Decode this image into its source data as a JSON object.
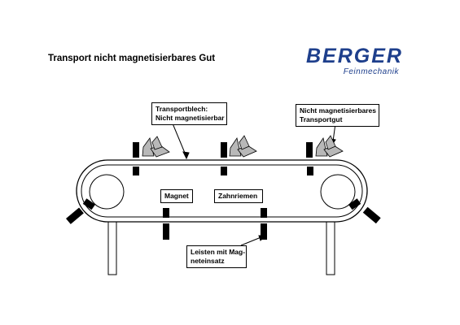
{
  "title": "Transport nicht magnetisierbares Gut",
  "logo": {
    "brand": "BERGER",
    "sub": "Feinmechanik",
    "color": "#1e3f8c"
  },
  "labels": {
    "transportblech": [
      "Transportblech:",
      "Nicht magnetisierbar"
    ],
    "gut": [
      "Nicht magnetisierbares",
      "Transportgut"
    ],
    "magnet": [
      "Magnet"
    ],
    "zahnriemen": [
      "Zahnriemen"
    ],
    "leisten": [
      "Leisten mit Mag-",
      "neteinsatz"
    ]
  }
}
